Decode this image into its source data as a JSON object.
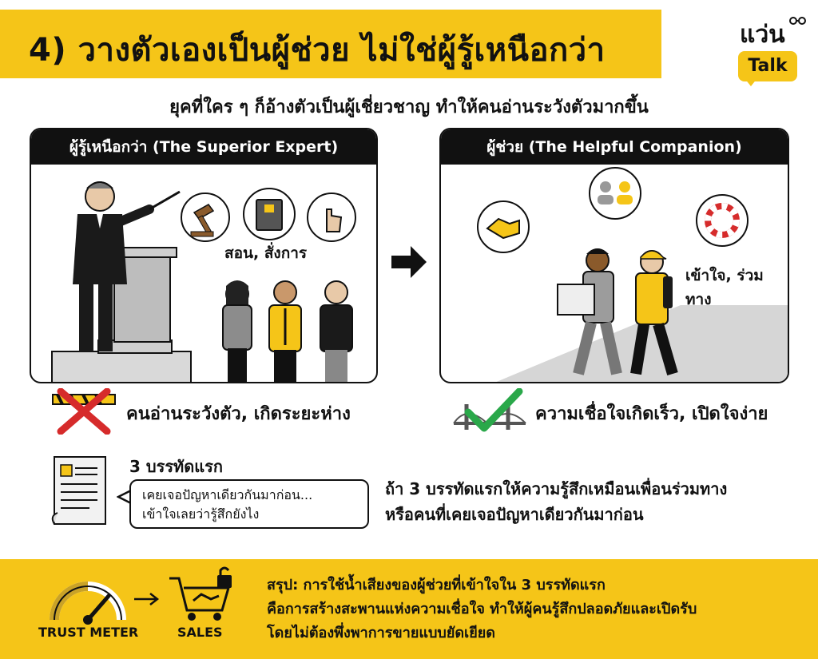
{
  "header": {
    "title": "4) วางตัวเองเป็นผู้ช่วย ไม่ใช่ผู้รู้เหนือกว่า",
    "subtitle": "ยุคที่ใคร ๆ ก็อ้างตัวเป็นผู้เชี่ยวชาญ ทำให้คนอ่านระวังตัวมากขึ้น"
  },
  "brand": {
    "name": "แว่น",
    "tag": "Talk"
  },
  "left_panel": {
    "title": "ผู้รู้เหนือกว่า (The Superior Expert)",
    "caption": "สอน, สั่งการ",
    "verdict": "คนอ่านระวังตัว, เกิดระยะห่าง",
    "icons": [
      "gavel-icon",
      "book-icon",
      "pointing-hand-icon",
      "red-x-icon",
      "barrier-icon"
    ]
  },
  "right_panel": {
    "title": "ผู้ช่วย (The Helpful Companion)",
    "caption": "เข้าใจ, ร่วมทาง",
    "verdict": "ความเชื่อใจเกิดเร็ว, เปิดใจง่าย",
    "icons": [
      "handshake-icon",
      "people-icon",
      "lifebuoy-icon",
      "green-check-icon",
      "bridge-icon"
    ]
  },
  "first_lines": {
    "label": "3 บรรทัดแรก",
    "bubble_line1": "เคยเจอปัญหาเดียวกันมาก่อน...",
    "bubble_line2": "เข้าใจเลยว่ารู้สึกยังไง",
    "side_line1": "ถ้า 3 บรรทัดแรกให้ความรู้สึกเหมือนเพื่อนร่วมทาง",
    "side_line2": "หรือคนที่เคยเจอปัญหาเดียวกันมาก่อน"
  },
  "footer": {
    "meter_label": "TRUST METER",
    "sales_label": "SALES",
    "summary_key": "สรุป:",
    "summary_line1": " การใช้น้ำเสียงของผู้ช่วยที่เข้าใจใน 3 บรรทัดแรก",
    "summary_line2": "คือการสร้างสะพานแห่งความเชื่อใจ ทำให้ผู้คนรู้สึกปลอดภัยและเปิดรับ",
    "summary_line3": "โดยไม่ต้องพึ่งพาการขายแบบยัดเยียด"
  },
  "colors": {
    "accent": "#f5c518",
    "ink": "#111111",
    "bad": "#d62b2b",
    "good": "#2aa84a"
  }
}
